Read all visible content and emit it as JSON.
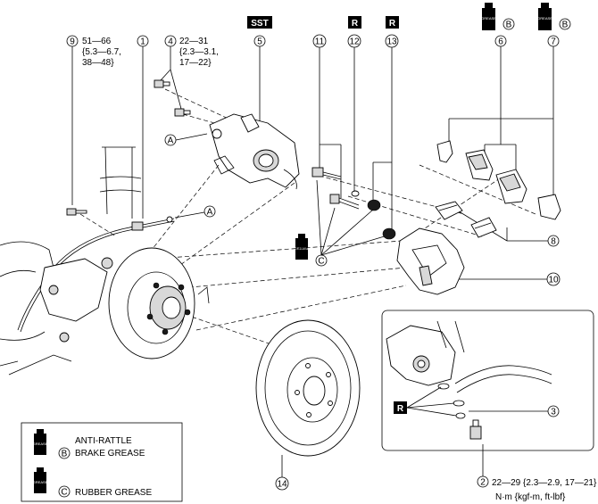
{
  "badges": {
    "sst": "SST",
    "r": "R"
  },
  "callouts": {
    "c1": "1",
    "c2": "2",
    "c3": "3",
    "c4": "4",
    "c5": "5",
    "c6": "6",
    "c7": "7",
    "c8": "8",
    "c9": "9",
    "c10": "10",
    "c11": "11",
    "c12": "12",
    "c13": "13",
    "c14": "14"
  },
  "letters": {
    "a": "A",
    "b": "B",
    "c": "C"
  },
  "torque": {
    "t9": [
      "51—66",
      "{5.3—6.7,",
      "38—48}"
    ],
    "t4": [
      "22—31",
      "{2.3—3.1,",
      "17—22}"
    ],
    "t2": "22—29 {2.3—2.9, 17—21}",
    "units": "N·m {kgf-m, ft-lbf}"
  },
  "legend": {
    "b_line1": "ANTI-RATTLE",
    "b_line2": "BRAKE GREASE",
    "c_line1": "RUBBER GREASE"
  },
  "icons": {
    "grease": "grease-tube-icon"
  }
}
